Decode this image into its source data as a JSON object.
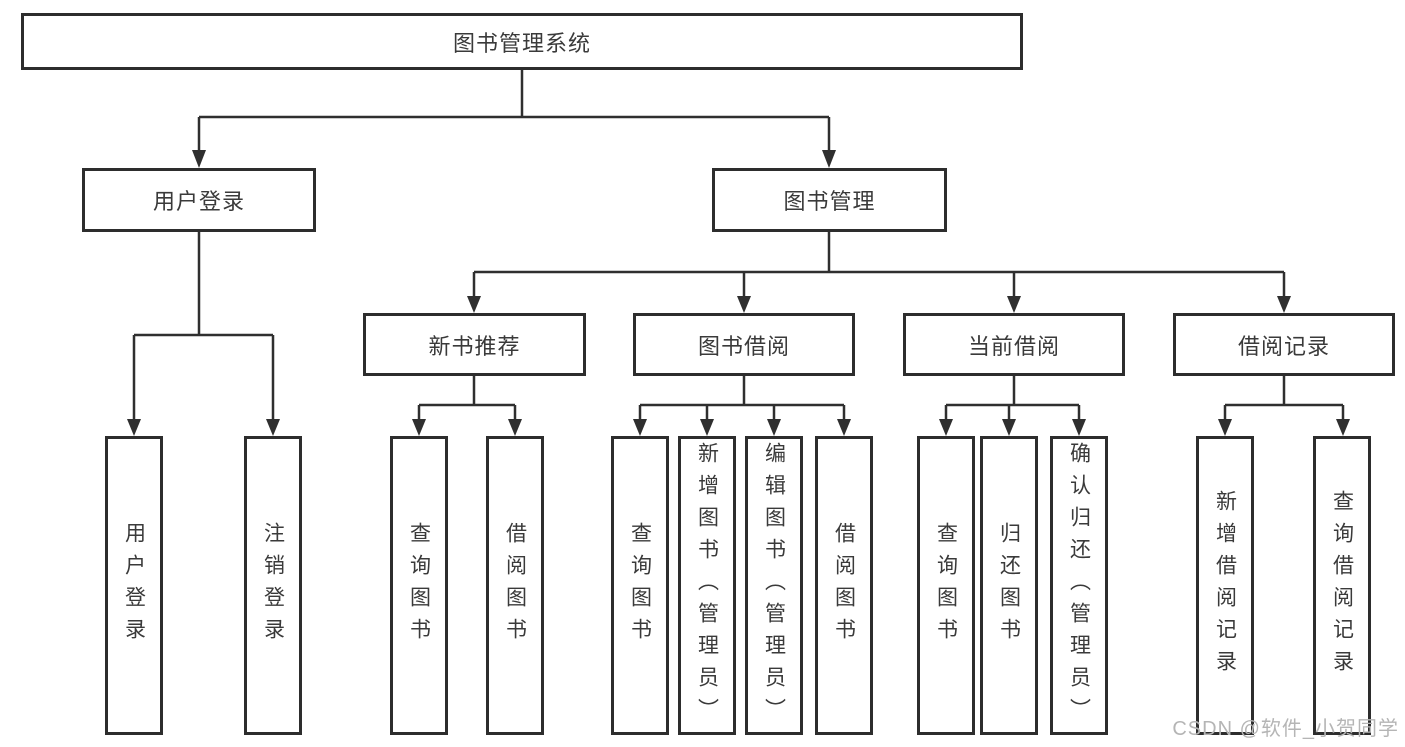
{
  "diagram": {
    "type": "hierarchy-diagram",
    "tree": {
      "root": {
        "label": "图书管理系统"
      },
      "children": [
        {
          "label": "用户登录",
          "children": [
            {
              "label": "用户登录"
            },
            {
              "label": "注销登录"
            }
          ]
        },
        {
          "label": "图书管理",
          "children": [
            {
              "label": "新书推荐",
              "children": [
                {
                  "label": "查询图书"
                },
                {
                  "label": "借阅图书"
                }
              ]
            },
            {
              "label": "图书借阅",
              "children": [
                {
                  "label": "查询图书"
                },
                {
                  "label": "新增图书（管理员）"
                },
                {
                  "label": "编辑图书（管理员）"
                },
                {
                  "label": "借阅图书"
                }
              ]
            },
            {
              "label": "当前借阅",
              "children": [
                {
                  "label": "查询图书"
                },
                {
                  "label": "归还图书"
                },
                {
                  "label": "确认归还（管理员）"
                }
              ]
            },
            {
              "label": "借阅记录",
              "children": [
                {
                  "label": "新增借阅记录"
                },
                {
                  "label": "查询借阅记录"
                }
              ]
            }
          ]
        }
      ]
    },
    "watermark": "CSDN @软件_小贺同学",
    "colors": {
      "line": "#2f2f2f",
      "box_border": "#2d2d2d",
      "text": "#3a3a3a",
      "watermark": "#b5b5b5",
      "background": "#ffffff"
    }
  }
}
